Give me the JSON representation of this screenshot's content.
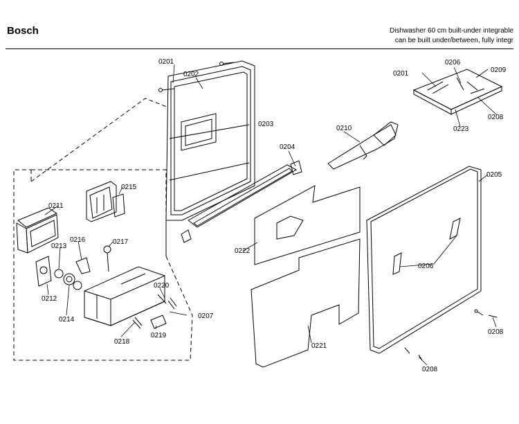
{
  "header": {
    "brand": "Bosch",
    "description_line1": "Dishwasher 60 cm built-under integrable",
    "description_line2": "can be built under/between, fully integr"
  },
  "part_labels": {
    "p0201_top": "0201",
    "p0202": "0202",
    "p0203": "0203",
    "p0204": "0204",
    "p0205": "0205",
    "p0206_mid": "0206",
    "p0207": "0207",
    "p0208_r": "0208",
    "p0208_b": "0208",
    "p0210": "0210",
    "p0211": "0211",
    "p0212": "0212",
    "p0213": "0213",
    "p0214": "0214",
    "p0215": "0215",
    "p0216": "0216",
    "p0217": "0217",
    "p0218": "0218",
    "p0219": "0219",
    "p0220": "0220",
    "p0221": "0221",
    "p0222": "0222",
    "inset_0201": "0201",
    "inset_0206": "0206",
    "inset_0209": "0209",
    "inset_0208": "0208",
    "inset_0223": "0223"
  }
}
